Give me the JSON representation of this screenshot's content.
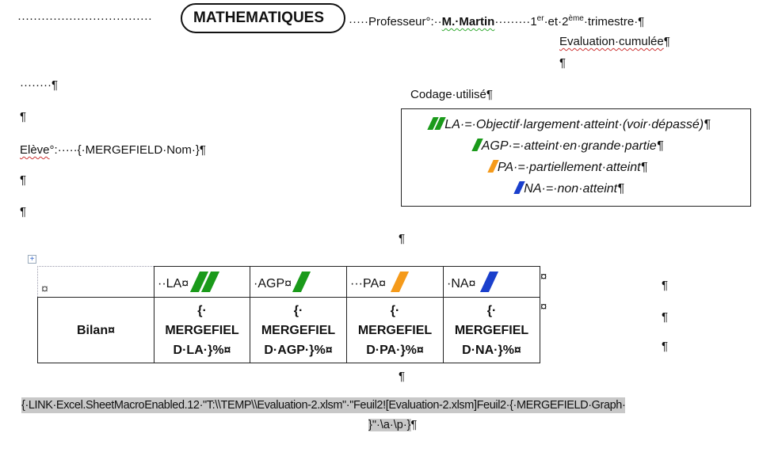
{
  "header": {
    "leading_dots": "··································",
    "subject": "MATHEMATIQUES",
    "prof_prefix": "·····Professeur°:··",
    "prof_name": "M.·Martin",
    "dots2": "·········",
    "term_1": "1",
    "term_1_sup": "er",
    "term_mid": "·et·2",
    "term_2_sup": "ème",
    "term_end": "·trimestre·¶",
    "evaluation": "Evaluation·cumulée",
    "pilcrow": "¶"
  },
  "dots_line": "········¶",
  "eleve": {
    "label": "Elève",
    "rest": "°:·····{·MERGEFIELD·Nom·}¶"
  },
  "legend": {
    "title": "Codage·utilisé¶",
    "items": [
      {
        "text": "LA·=·Objectif·largement·atteint·(voir·dépassé)¶",
        "color": "#1a9a1a",
        "marks": 2
      },
      {
        "text": "AGP·=·atteint·en·grande·partie¶",
        "color": "#1a9a1a",
        "marks": 1
      },
      {
        "text": "PA·=·partiellement·atteint¶",
        "color": "#f59a1a",
        "marks": 1
      },
      {
        "text": "NA·=·non·atteint¶",
        "color": "#1a3fcc",
        "marks": 1
      }
    ]
  },
  "table": {
    "corner": "¤",
    "headers": [
      "··LA¤",
      "·AGP¤",
      "···PA¤",
      "·NA¤"
    ],
    "row_label": "Bilan¤",
    "cells": [
      [
        "{·",
        "MERGEFIEL",
        "D·LA·}%¤"
      ],
      [
        "{·",
        "MERGEFIEL",
        "D·AGP·}%¤"
      ],
      [
        "{·",
        "MERGEFIEL",
        "D·PA·}%¤"
      ],
      [
        "{·",
        "MERGEFIEL",
        "D·NA·}%¤"
      ]
    ],
    "end_mark": "¤"
  },
  "link_field": {
    "line1": "{·LINK·Excel.SheetMacroEnabled.12·\"T:\\\\TEMP\\\\Evaluation-2.xlsm\"·\"Feuil2![Evaluation-2.xlsm]Feuil2·{·MERGEFIELD·Graph·",
    "line2": "}\"·\\a·\\p·}",
    "end": "¶"
  }
}
